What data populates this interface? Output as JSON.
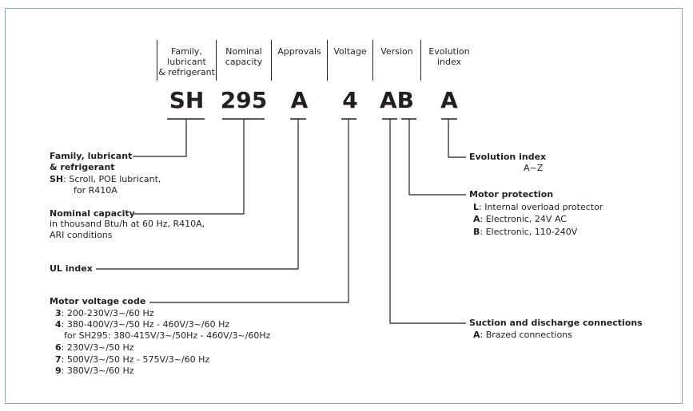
{
  "headers": {
    "family": [
      "Family,",
      "lubricant",
      "& refrigerant"
    ],
    "nominal": [
      "Nominal",
      "capacity"
    ],
    "approvals": [
      "Approvals"
    ],
    "voltage": [
      "Voltage"
    ],
    "version": [
      "Version"
    ],
    "evolution": [
      "Evolution",
      "index"
    ]
  },
  "codes": {
    "family": "SH",
    "nominal": "295",
    "approvals": "A",
    "voltage": "4",
    "version": "AB",
    "evolution": "A"
  },
  "left": {
    "family": {
      "title": [
        "Family, lubricant",
        "& refrigerant"
      ],
      "lines": [
        {
          "key": "SH",
          "text": ": Scroll, POE lubricant,"
        },
        {
          "key": "",
          "text": "for R410A"
        }
      ]
    },
    "nominal": {
      "title": "Nominal capacity",
      "lines": [
        "in thousand Btu/h at 60 Hz, R410A,",
        "ARI conditions"
      ]
    },
    "ul": {
      "title": "UL index"
    },
    "voltage": {
      "title": "Motor voltage code",
      "lines": [
        {
          "key": "3",
          "text": ": 200-230V/3~/60 Hz"
        },
        {
          "key": "4",
          "text": ": 380-400V/3~/50 Hz - 460V/3~/60 Hz"
        },
        {
          "key": "",
          "text": "for SH295: 380-415V/3~/50Hz - 460V/3~/60Hz"
        },
        {
          "key": "6",
          "text": ": 230V/3~/50 Hz"
        },
        {
          "key": "7",
          "text": ": 500V/3~/50 Hz - 575V/3~/60 Hz"
        },
        {
          "key": "9",
          "text": ": 380V/3~/60 Hz"
        }
      ]
    }
  },
  "right": {
    "evolution": {
      "title": "Evolution index",
      "lines": [
        "A~Z"
      ]
    },
    "motor": {
      "title": "Motor protection",
      "lines": [
        {
          "key": "L",
          "text": ":  Internal overload protector"
        },
        {
          "key": "A",
          "text": ": Electronic, 24V AC"
        },
        {
          "key": "B",
          "text": ": Electronic, 110-240V"
        }
      ]
    },
    "suction": {
      "title": "Suction and discharge connections",
      "lines": [
        {
          "key": "A",
          "text": ": Brazed connections"
        }
      ]
    }
  },
  "colors": {
    "frame": "#8aa8b2",
    "text": "#231f20"
  }
}
